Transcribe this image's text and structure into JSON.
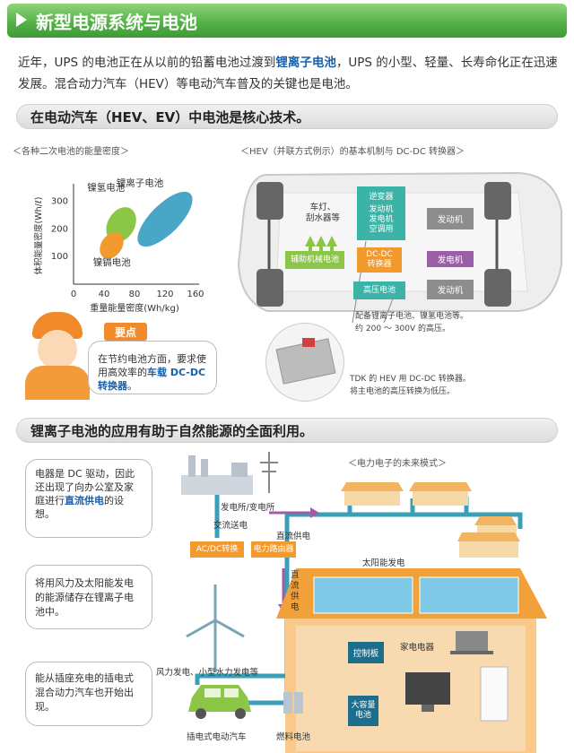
{
  "header": {
    "title": "新型电源系统与电池"
  },
  "intro": {
    "part1": "近年，UPS 的电池正在从以前的铅蓄电池过渡到",
    "highlight": "锂离子电池",
    "part2": "，UPS 的小型、轻量、长寿命化正在迅速发展。混合动力汽车（HEV）等电动汽车普及的关键也是电池。"
  },
  "section1": {
    "title": "在电动汽车（HEV、EV）中电池是核心技术。",
    "chart_caption": "＜各种二次电池的能量密度＞",
    "diagram_caption": "＜HEV（并联方式例示）的基本机制与 DC-DC 转换器＞",
    "point_label": "要点",
    "point_text1": "在节约电池方面，要求使用高效率的",
    "point_highlight": "车载 DC-DC 转换器",
    "point_text2": "。",
    "hev": {
      "inverter": "逆变器",
      "generator": "发动机\n发电机\n空调用",
      "engine": "发动机",
      "generator2": "发电机",
      "engine2": "发动机",
      "lights": "车灯、\n刮水器等",
      "aux_battery": "辅助机械电池",
      "dcdc": "DC-DC\n转换器",
      "hv_battery": "高压电池",
      "note_battery": "配备锂离子电池、镍氢电池等。\n约 200 ～ 300V 的高压。",
      "note_tdk": "TDK 的 HEV 用 DC-DC 转换器。\n将主电池的高压转换为低压。"
    }
  },
  "chart_data": {
    "type": "scatter",
    "title": "",
    "xlabel": "重量能量密度(Wh/kg)",
    "ylabel": "体积能量密度(Wh/ℓ)",
    "x_ticks": [
      0,
      40,
      80,
      120,
      160
    ],
    "y_ticks": [
      100,
      200,
      300
    ],
    "xlim": [
      0,
      160
    ],
    "ylim": [
      0,
      350
    ],
    "series": [
      {
        "name": "镍氢电池",
        "color": "#8cc646",
        "x_range": [
          45,
          80
        ],
        "y_range": [
          150,
          280
        ]
      },
      {
        "name": "锂离子电池",
        "color": "#4aa6c7",
        "x_range": [
          80,
          160
        ],
        "y_range": [
          160,
          310
        ]
      },
      {
        "name": "镍镉电池",
        "color": "#f29a2e",
        "x_range": [
          38,
          62
        ],
        "y_range": [
          100,
          180
        ]
      }
    ]
  },
  "section2": {
    "title": "锂离子电池的应用有助于自然能源的全面利用。",
    "future_caption": "＜电力电子的未来模式＞",
    "bubble1_a": "电器是 DC 驱动，因此还出现了向办公室及家庭进行",
    "bubble1_hl": "直流供电",
    "bubble1_b": "的设想。",
    "bubble2": "将用风力及太阳能发电的能源储存在锂离子电池中。",
    "bubble3": "能从插座充电的插电式混合动力汽车也开始出现。",
    "labels": {
      "power_station": "发电所/变电所",
      "ac_transmission": "交流送电",
      "dc_supply": "直流供电",
      "acdc": "AC/DC转换",
      "router": "电力路由器",
      "dc_supply_v": "直流供电",
      "solar": "太阳能发电",
      "controller": "控制板",
      "appliances": "家电电器",
      "big_battery": "大容量\n电池",
      "wind": "风力发电、小型水力发电等",
      "phev": "插电式电动汽车",
      "fuel_cell": "燃料电池"
    }
  },
  "colors": {
    "accent_green": "#56b248",
    "highlight_blue": "#1a5faa",
    "teal": "#3bb3a6",
    "orange": "#f29a2e",
    "purple": "#9b5fa8"
  }
}
